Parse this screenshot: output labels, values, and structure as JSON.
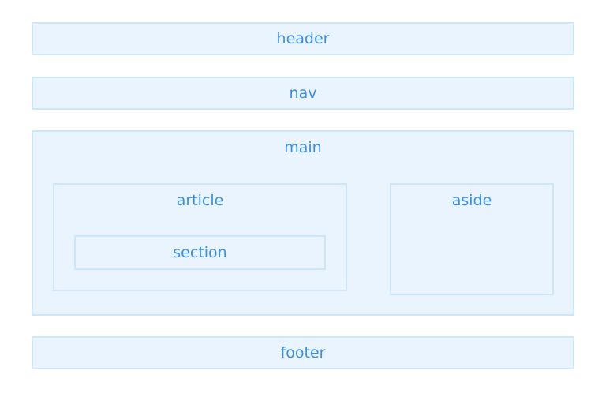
{
  "diagram": {
    "header": {
      "label": "header"
    },
    "nav": {
      "label": "nav"
    },
    "main": {
      "label": "main"
    },
    "article": {
      "label": "article"
    },
    "section": {
      "label": "section"
    },
    "aside": {
      "label": "aside"
    },
    "footer": {
      "label": "footer"
    }
  },
  "colors": {
    "fill": "#eaf4fe",
    "stroke": "#cfe5fa",
    "text": "#3a8fe3"
  }
}
